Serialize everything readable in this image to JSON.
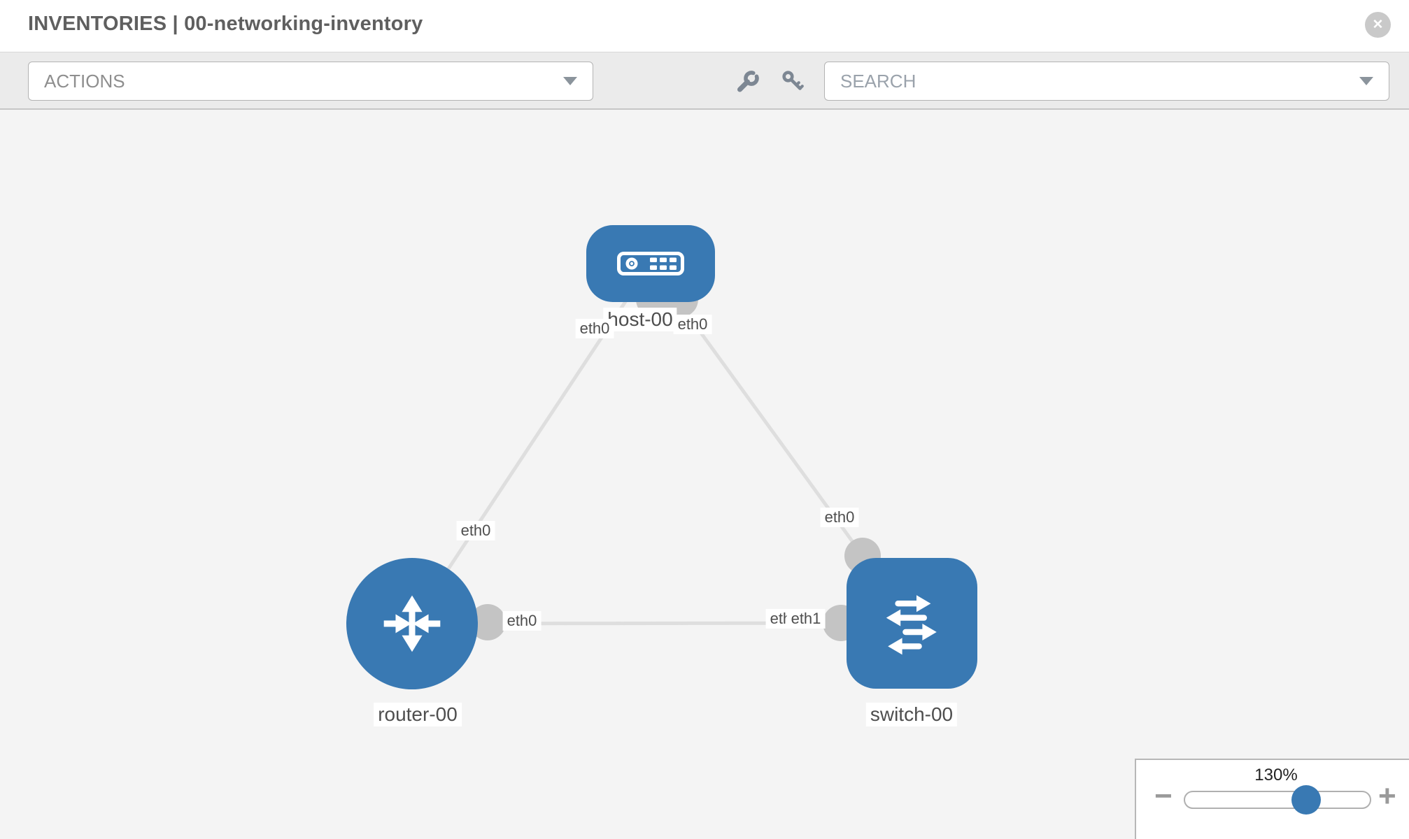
{
  "header": {
    "title": "INVENTORIES | 00-networking-inventory"
  },
  "toolbar": {
    "actions_label": "ACTIONS",
    "search_placeholder": "SEARCH"
  },
  "topology": {
    "nodes": [
      {
        "label": "host-00",
        "type": "host"
      },
      {
        "label": "router-00",
        "type": "router"
      },
      {
        "label": "switch-00",
        "type": "switch"
      }
    ],
    "links": [
      {
        "from": "host-00",
        "from_interface": "eth0",
        "to": "router-00",
        "to_interface": "eth0"
      },
      {
        "from": "host-00",
        "from_interface": "eth0",
        "to": "switch-00",
        "to_interface": "eth0"
      },
      {
        "from": "router-00",
        "from_interface": "eth0",
        "to": "switch-00",
        "to_interface": "eth1"
      }
    ],
    "labels": {
      "host": "host-00",
      "router": "router-00",
      "switch": "switch-00",
      "host_if_left": "eth0",
      "host_if_right": "eth0",
      "link_hr_if": "eth0",
      "link_hs_if": "eth0",
      "router_if": "eth0",
      "switch_if_back": "eth0",
      "switch_if_front": "eth1"
    },
    "colors": {
      "node_fill": "#3979b3",
      "link": "#dedede",
      "connector": "#c4c4c4"
    }
  },
  "zoom_control": {
    "level": "130%",
    "minus_label": "−",
    "plus_label": "+"
  }
}
